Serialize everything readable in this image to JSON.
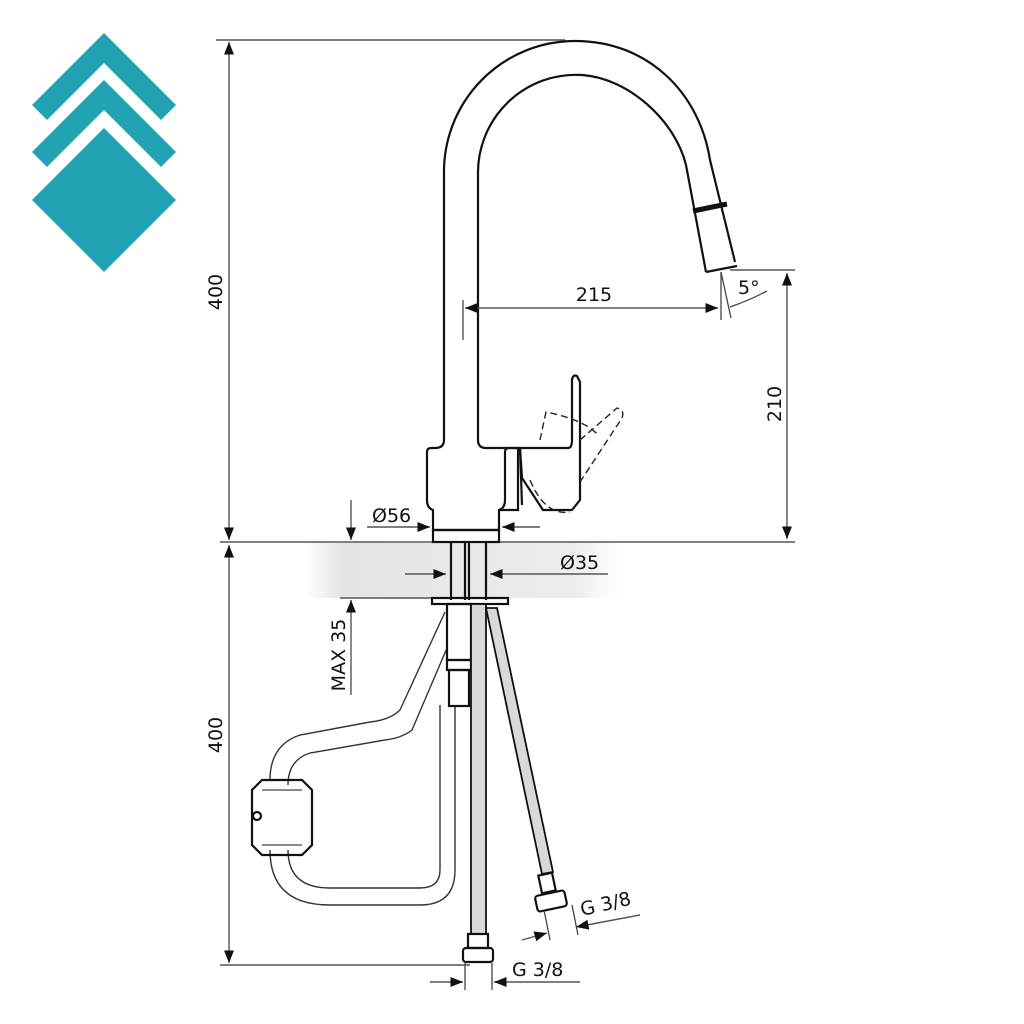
{
  "logo": {
    "color": "#22a3b4",
    "name": "stacked-diamond-logo"
  },
  "dimensions": {
    "total_height_above": "400",
    "total_height_below": "400",
    "spout_reach": "215",
    "spout_angle": "5°",
    "spout_height": "210",
    "base_diameter": "Ø56",
    "shank_diameter": "Ø35",
    "max_countertop": "MAX 35",
    "connection_left": "G 3/8",
    "connection_right": "G 3/8"
  },
  "colors": {
    "line": "#111111",
    "dimension_line": "#555555",
    "countertop_shade": "#e6e6e6",
    "hose_fill": "#d9d9d9"
  }
}
